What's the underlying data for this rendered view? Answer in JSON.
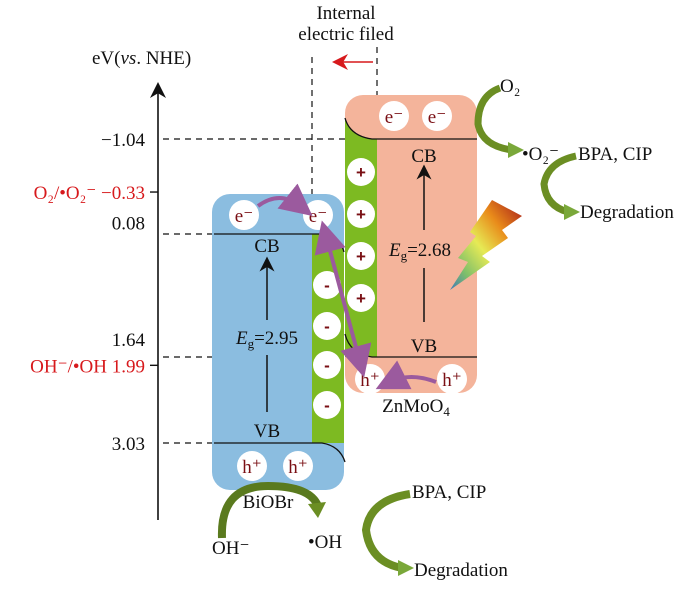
{
  "axis": {
    "label_prefix": "eV(",
    "label_italic": "vs",
    "label_suffix": ". NHE)",
    "ticks": [
      {
        "value": -1.04,
        "label": "−1.04",
        "color": "black"
      },
      {
        "value": -0.33,
        "label": "O₂/•O₂⁻ −0.33",
        "color": "red"
      },
      {
        "value": 0.08,
        "label": "0.08",
        "color": "black"
      },
      {
        "value": 1.64,
        "label": "1.64",
        "color": "black"
      },
      {
        "value": 1.99,
        "label": "OH⁻/•OH 1.99",
        "color": "red"
      },
      {
        "value": 3.03,
        "label": "3.03",
        "color": "black"
      }
    ]
  },
  "red_label_color": "#d7191c",
  "internal_field": {
    "line1": "Internal",
    "line2": "electric filed",
    "arrow_direction": "left"
  },
  "biobr": {
    "name": "BiOBr",
    "cb_label": "CB",
    "vb_label": "VB",
    "eg_symbol": "E",
    "eg_sub": "g",
    "eg_value": "=2.95",
    "cb": 0.08,
    "vb": 3.03,
    "band_gap": 2.95,
    "color": "#8bbde0",
    "electrons": [
      "e⁻",
      "e⁻"
    ],
    "holes": [
      "h⁺",
      "h⁺"
    ],
    "depletion_charges": [
      "-",
      "-",
      "-",
      "-"
    ]
  },
  "znmoo4": {
    "name_main": "ZnMoO",
    "name_sub": "4",
    "cb_label": "CB",
    "vb_label": "VB",
    "eg_symbol": "E",
    "eg_sub": "g",
    "eg_value": "=2.68",
    "cb": -1.04,
    "vb": 1.64,
    "band_gap": 2.68,
    "color": "#f4b49b",
    "electrons": [
      "e⁻",
      "e⁻"
    ],
    "holes": [
      "h⁺",
      "h⁺"
    ],
    "depletion_charges": [
      "+",
      "+",
      "+",
      "+",
      "+"
    ]
  },
  "depletion_color": "#7dba22",
  "transfer_arrow_color": "#9b5a9e",
  "reactions": {
    "o2": "O₂",
    "superoxide": "•O₂⁻",
    "pollutants_top": "BPA, CIP",
    "degradation_top": "Degradation",
    "hydroxide": "OH⁻",
    "hydroxyl": "•OH",
    "pollutants_bottom": "BPA, CIP",
    "degradation_bottom": "Degradation"
  },
  "reaction_arrow_color": "#6b8e23",
  "light_icon": "lightning-bolt-icon"
}
